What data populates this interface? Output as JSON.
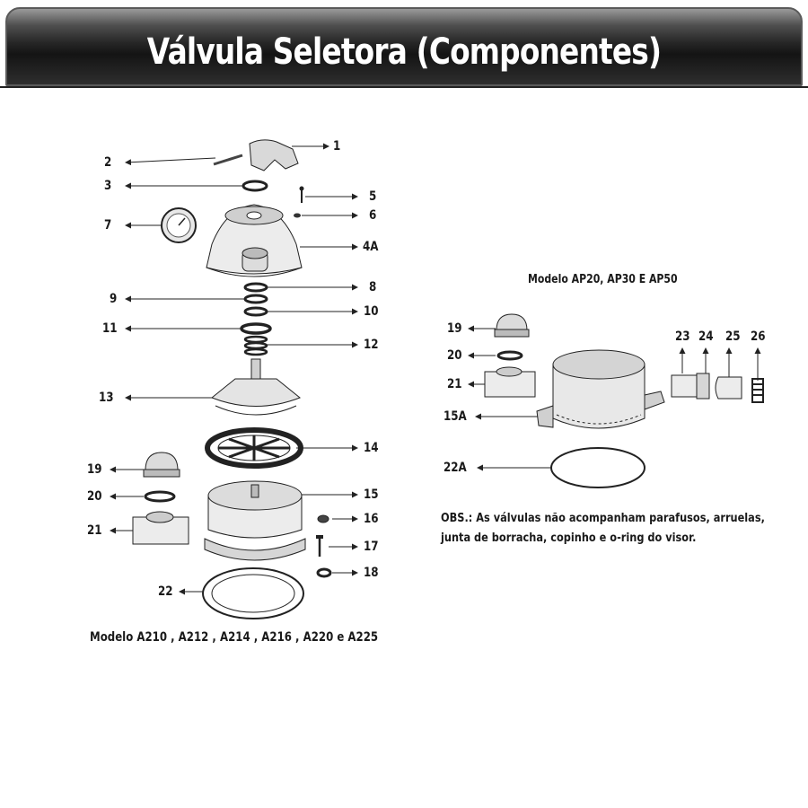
{
  "header": {
    "title": "Válvula Seletora (Componentes)"
  },
  "diagram": {
    "model_a_caption": "Modelo A210 , A212 , A214 , A216 , A220  e A225",
    "model_b_caption": "Modelo AP20, AP30 E AP50",
    "note": "OBS.: As válvulas não acompanham parafusos, arruelas, junta de borracha, copinho e o-ring do visor.",
    "parts_a": [
      "1",
      "2",
      "3",
      "5",
      "6",
      "7",
      "4A",
      "8",
      "9",
      "10",
      "11",
      "12",
      "13",
      "14",
      "19",
      "20",
      "21",
      "15",
      "16",
      "17",
      "18",
      "22"
    ],
    "parts_b": [
      "19",
      "20",
      "21",
      "15A",
      "22A",
      "23",
      "24",
      "25",
      "26"
    ]
  }
}
